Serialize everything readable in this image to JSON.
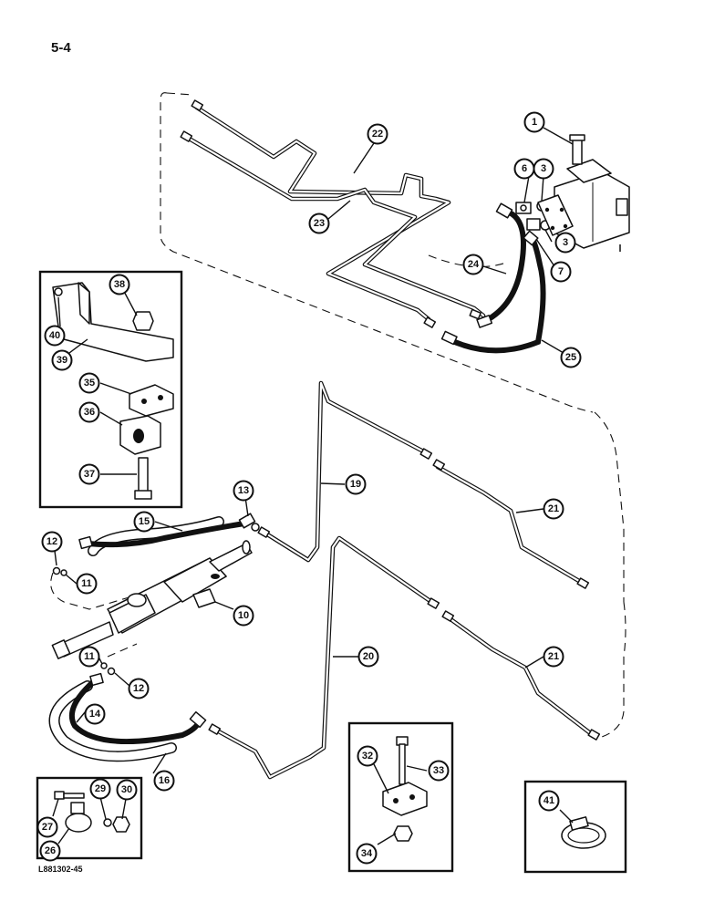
{
  "page_number": "5-4",
  "figure_code": "L881302-45",
  "callouts": [
    "1",
    "3",
    "6",
    "7",
    "22",
    "23",
    "24",
    "25",
    "38",
    "40",
    "39",
    "35",
    "36",
    "37",
    "13",
    "15",
    "19",
    "21",
    "12",
    "11",
    "10",
    "20",
    "14",
    "16",
    "32",
    "33",
    "34",
    "27",
    "29",
    "30",
    "26",
    "41"
  ]
}
